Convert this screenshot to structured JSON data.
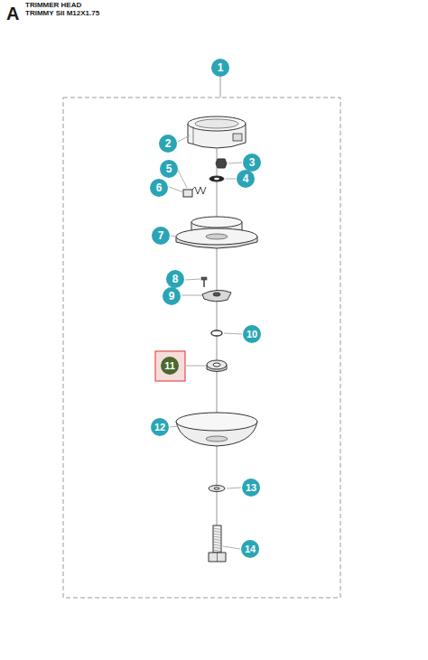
{
  "diagram": {
    "labels": [
      "A",
      "TRIMMER HEAD",
      "TRIMMY SII M12X1.75",
      "1",
      "2",
      "3",
      "4",
      "5",
      "6",
      "7",
      "8",
      "9",
      "10",
      "11",
      "12",
      "13",
      "14"
    ]
  }
}
